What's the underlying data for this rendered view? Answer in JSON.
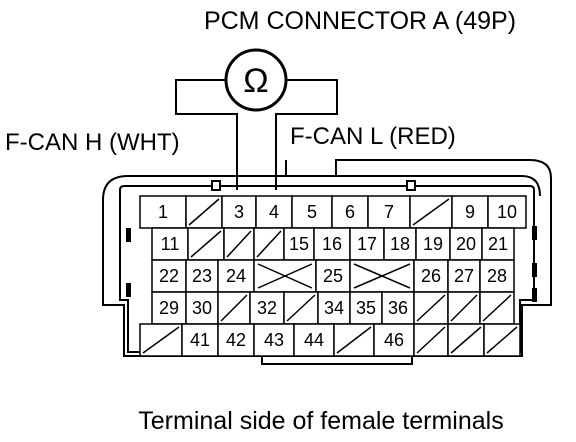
{
  "title": "PCM CONNECTOR A (49P)",
  "meter_symbol": "Ω",
  "probe_labels": {
    "left": "F-CAN H (WHT)",
    "right": "F-CAN L (RED)"
  },
  "caption": "Terminal side of female terminals",
  "rows": [
    [
      "1",
      "",
      "3",
      "4",
      "5",
      "6",
      "7",
      "",
      "9",
      "10"
    ],
    [
      "11",
      "",
      "",
      "",
      "15",
      "16",
      "17",
      "18",
      "19",
      "20",
      "21"
    ],
    [
      "22",
      "23",
      "24",
      "X",
      "25",
      "X",
      "26",
      "27",
      "28"
    ],
    [
      "29",
      "30",
      "",
      "32",
      "",
      "34",
      "35",
      "36",
      "",
      "",
      ""
    ],
    [
      "",
      "41",
      "42",
      "43",
      "44",
      "",
      "46",
      "",
      "",
      ""
    ]
  ],
  "probe_terminals": {
    "left": "3",
    "right": "4"
  }
}
